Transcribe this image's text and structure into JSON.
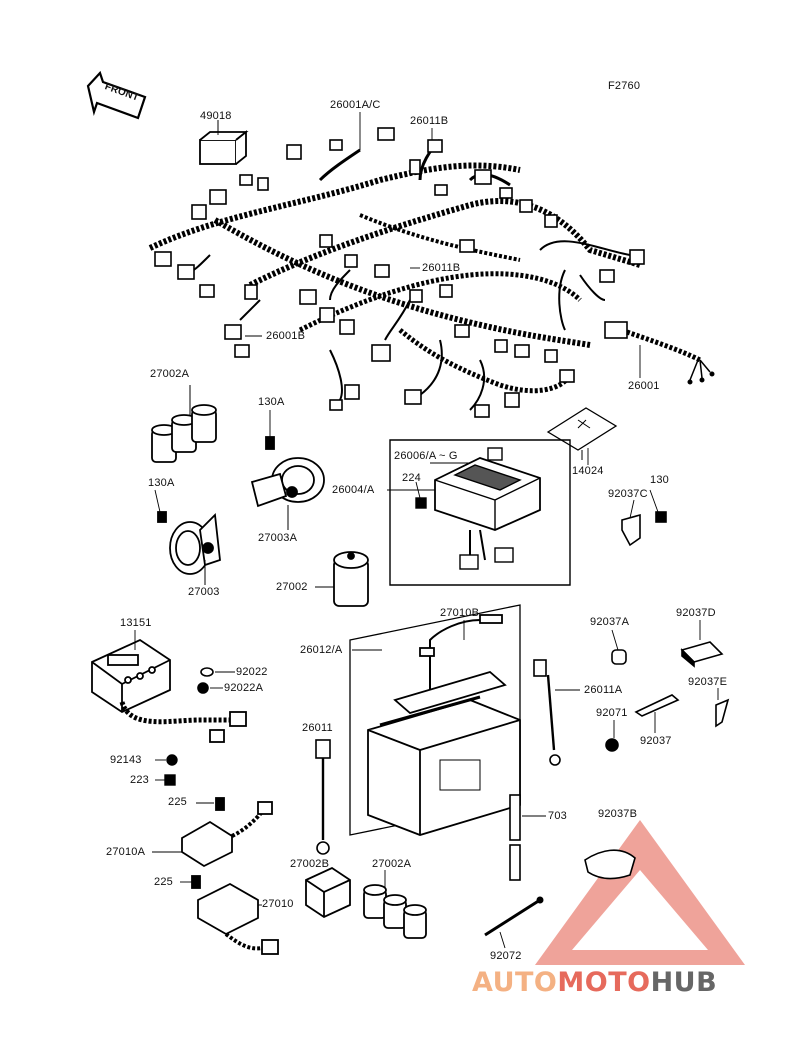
{
  "figure_code": "F2760",
  "front_label": "FRONT",
  "parts": [
    {
      "id": "49018"
    },
    {
      "id": "26001A/C"
    },
    {
      "id": "26011B",
      "instance": "top"
    },
    {
      "id": "26011B",
      "instance": "mid"
    },
    {
      "id": "26001B"
    },
    {
      "id": "26001"
    },
    {
      "id": "14024"
    },
    {
      "id": "27002A",
      "instance": "top"
    },
    {
      "id": "130A",
      "instance": "upper"
    },
    {
      "id": "130A",
      "instance": "lower"
    },
    {
      "id": "27003A"
    },
    {
      "id": "27003"
    },
    {
      "id": "26006/A ~ G"
    },
    {
      "id": "224"
    },
    {
      "id": "26004/A"
    },
    {
      "id": "130",
      "instance": "right"
    },
    {
      "id": "92037C"
    },
    {
      "id": "27002"
    },
    {
      "id": "13151"
    },
    {
      "id": "92022"
    },
    {
      "id": "92022A"
    },
    {
      "id": "26012/A"
    },
    {
      "id": "27010B"
    },
    {
      "id": "92037A"
    },
    {
      "id": "92037D"
    },
    {
      "id": "26011A"
    },
    {
      "id": "92037E"
    },
    {
      "id": "92071"
    },
    {
      "id": "92037"
    },
    {
      "id": "26011"
    },
    {
      "id": "92143"
    },
    {
      "id": "223"
    },
    {
      "id": "225",
      "instance": "upper"
    },
    {
      "id": "27010A"
    },
    {
      "id": "225",
      "instance": "lower"
    },
    {
      "id": "27010"
    },
    {
      "id": "27002B"
    },
    {
      "id": "27002A",
      "instance": "bottom"
    },
    {
      "id": "703"
    },
    {
      "id": "92037B"
    },
    {
      "id": "92072"
    }
  ],
  "watermark": {
    "part1": "AUTO",
    "part2": "MOTO",
    "part3": "HUB",
    "color1": "#f4b183",
    "color2": "#e66a5c",
    "color3": "#666666",
    "triangle_color": "#ea8478"
  }
}
